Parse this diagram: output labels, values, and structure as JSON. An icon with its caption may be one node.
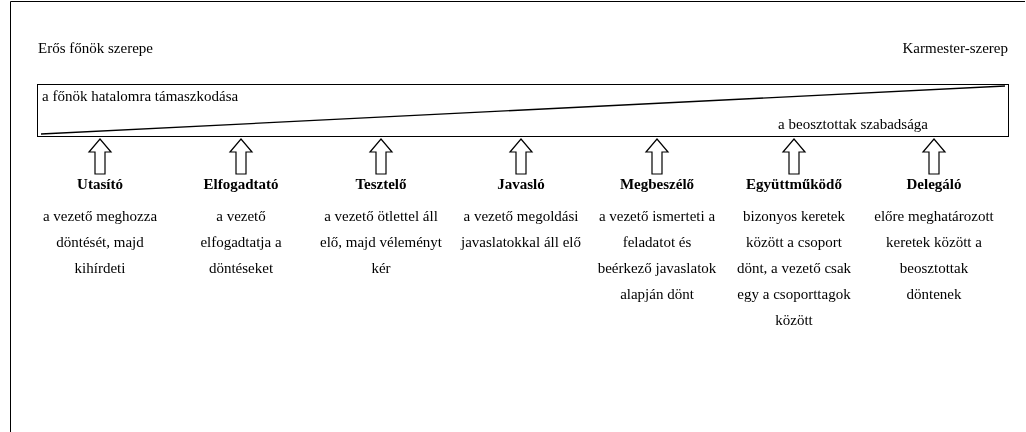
{
  "diagram": {
    "nodes": [
      {
        "text": [
          "a főnök hatalomra támaszkodása",
          "a beosztottak szabadsága"
        ]
      },
      {
        "text": [
          "Utasító",
          "a vezető meghozza döntését, majd kihírdeti"
        ]
      },
      {
        "text": [
          "Elfogadtató",
          "a vezető elfogadtatja a döntéseket"
        ]
      },
      {
        "text": [
          "Tesztelő",
          "a vezető ötlettel áll elő, majd véleményt kér"
        ]
      },
      {
        "text": [
          "Javasló",
          "a vezető megoldási javaslatokkal áll elő"
        ]
      },
      {
        "text": [
          "Megbeszélő",
          "a vezető ismerteti a feladatot és beérkező javaslatok alapján dönt"
        ]
      },
      {
        "text": [
          "Együttműködő",
          "bizonyos keretek között a csoport dönt, a vezető csak egy a csoporttagok között"
        ]
      },
      {
        "text": [
          "Delegáló",
          "előre meghatározott keretek között a beosztottak döntenek"
        ]
      }
    ],
    "edges": [
      {
        "from": 1,
        "to": 0,
        "arrow": "to"
      },
      {
        "from": 2,
        "to": 0,
        "arrow": "to"
      },
      {
        "from": 3,
        "to": 0,
        "arrow": "to"
      },
      {
        "from": 4,
        "to": 0,
        "arrow": "to"
      },
      {
        "from": 5,
        "to": 0,
        "arrow": "to"
      },
      {
        "from": 6,
        "to": 0,
        "arrow": "to"
      },
      {
        "from": 7,
        "to": 0,
        "arrow": "to"
      }
    ],
    "labels": [
      "Erős főnök szerepe",
      "Karmester-szerep"
    ]
  }
}
